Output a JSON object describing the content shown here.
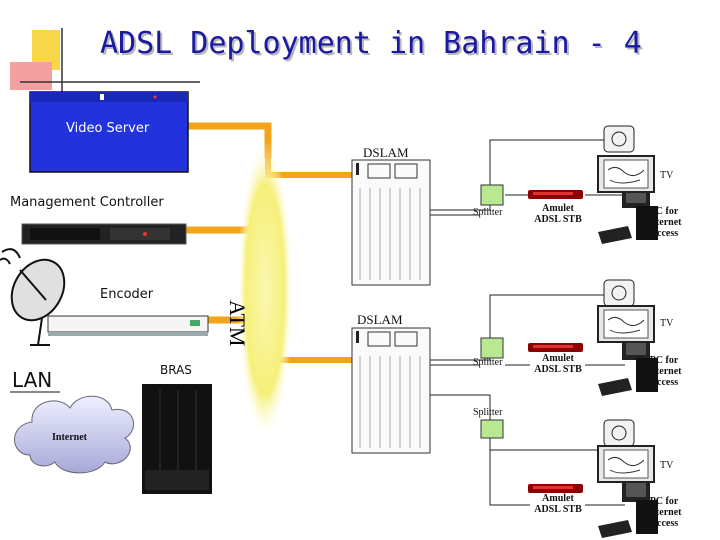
{
  "slide": {
    "title": "ADSL Deployment in Bahrain - 4"
  },
  "labels": {
    "video_server": "Video Server",
    "dslam_top": "DSLAM",
    "dslam_bottom": "DSLAM",
    "management_controller": "Management Controller",
    "encoder": "Encoder",
    "atm": "ATM",
    "lan": "LAN",
    "bras": "BRAS",
    "internet": "Internet",
    "tv_1": "TV",
    "tv_2": "TV",
    "tv_3": "TV",
    "splitter_1": "Splitter",
    "splitter_2": "Splitter",
    "splitter_3": "Splitter",
    "stb_1": "Amulet\nADSL STB",
    "stb_2": "Amulet\nADSL STB",
    "stb_3": "Amulet\nADSL STB",
    "pc_1": "PC for\nInternet\nAccess",
    "pc_2": "PC for\nInternet\nAccess",
    "pc_3": "PC for\nInternet\nAccess"
  },
  "colors": {
    "title": "#1a1aa0",
    "orange_link": "#f2a51b",
    "atm_glow": "#f6f07a",
    "video_server": "#2233dd",
    "accent_yellow": "#f7d64a",
    "accent_pink": "#f08080"
  }
}
